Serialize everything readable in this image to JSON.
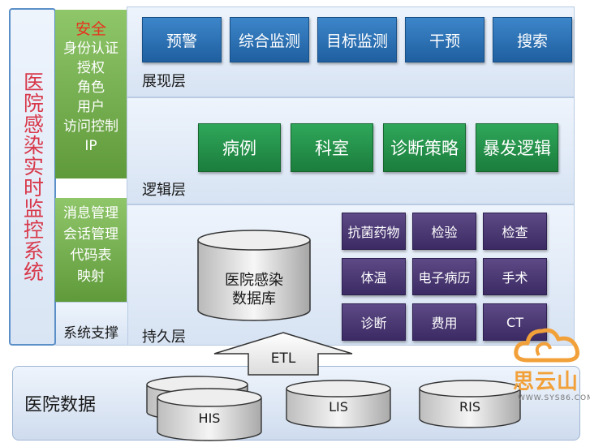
{
  "system": {
    "title": "医院感染实时监控系统"
  },
  "security": {
    "heading": "安全",
    "items": [
      "身份认证",
      "授权",
      "角色",
      "用户",
      "访问控制",
      "IP"
    ]
  },
  "support": {
    "items": [
      "消息管理",
      "会话管理",
      "代码表",
      "映射"
    ],
    "label": "系统支撑"
  },
  "presentation_layer": {
    "label": "展现层",
    "buttons": [
      "预警",
      "综合监测",
      "目标监测",
      "干预",
      "搜索"
    ]
  },
  "logic_layer": {
    "label": "逻辑层",
    "buttons": [
      "病例",
      "科室",
      "诊断策略",
      "暴发逻辑"
    ]
  },
  "persistence_layer": {
    "label": "持久层",
    "database_label": [
      "医院感染",
      "数据库"
    ],
    "categories": [
      "抗菌药物",
      "检验",
      "检查",
      "体温",
      "电子病历",
      "手术",
      "诊断",
      "费用",
      "CT"
    ]
  },
  "etl": {
    "label": "ETL"
  },
  "hospital_data": {
    "label": "医院数据",
    "sources": [
      "HIS",
      "LIS",
      "RIS"
    ]
  },
  "watermark": {
    "brand": "思云山",
    "url": "WWW.SYS86.COM"
  },
  "colors": {
    "blue_button": "#2a6fb3",
    "green_button": "#239448",
    "purple_button": "#4a3872",
    "green_column": "#6fa84a",
    "title_red": "#d8384a",
    "watermark_orange": "#f2a13a"
  }
}
